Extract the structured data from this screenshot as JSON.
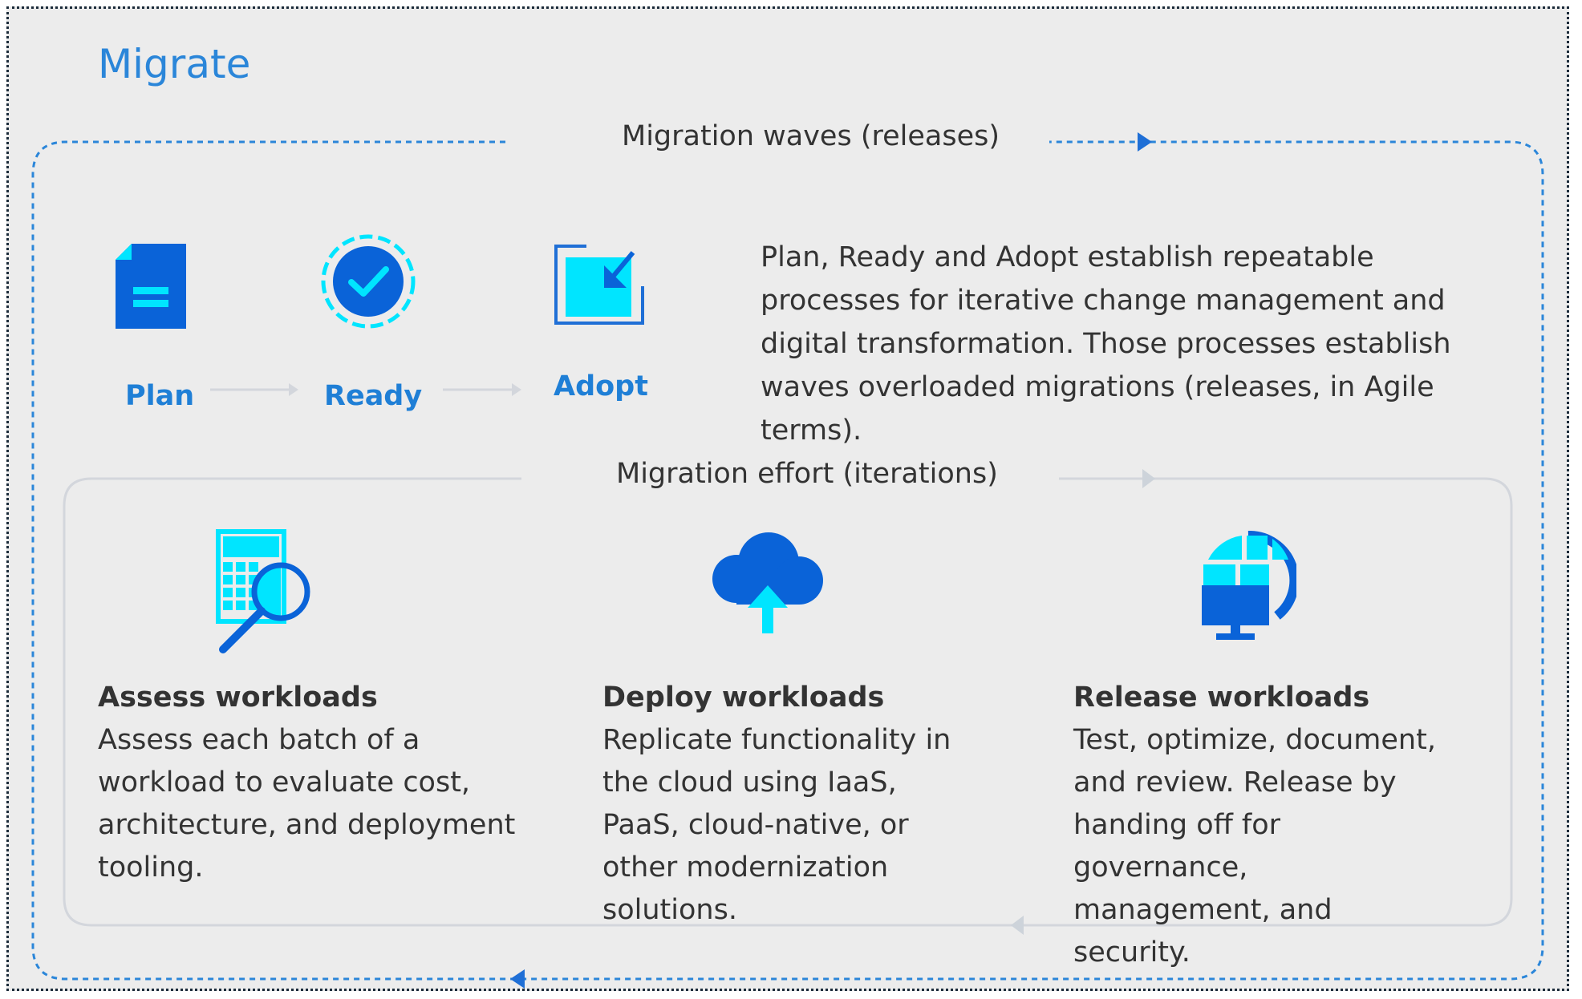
{
  "title": "Migrate",
  "waves_label": "Migration waves (releases)",
  "effort_label": "Migration effort (iterations)",
  "steps": [
    {
      "label": "Plan",
      "icon": "document-icon"
    },
    {
      "label": "Ready",
      "icon": "checkmark-circle-icon"
    },
    {
      "label": "Adopt",
      "icon": "checkbox-icon"
    }
  ],
  "intro_text": "Plan, Ready and Adopt establish repeatable processes for iterative change management and digital transformation. Those processes establish waves overloaded migrations (releases, in Agile terms).",
  "cards": [
    {
      "title": "Assess workloads",
      "description": "Assess each batch of a workload to evaluate cost, architecture, and deployment tooling.",
      "icon": "calculator-magnifier-icon"
    },
    {
      "title": "Deploy workloads",
      "description": "Replicate functionality in the cloud using IaaS, PaaS, cloud-native, or other modernization solutions.",
      "icon": "cloud-upload-icon"
    },
    {
      "title": "Release workloads",
      "description": "Test, optimize, document, and review. Release by handing off for governance, management, and security.",
      "icon": "globe-monitor-icon"
    }
  ],
  "colors": {
    "accent_blue": "#1f7fd6",
    "cyan": "#00e5ff",
    "dark_blue": "#0a63d8",
    "background": "#ececec",
    "lane_line": "#d3d6dc"
  }
}
